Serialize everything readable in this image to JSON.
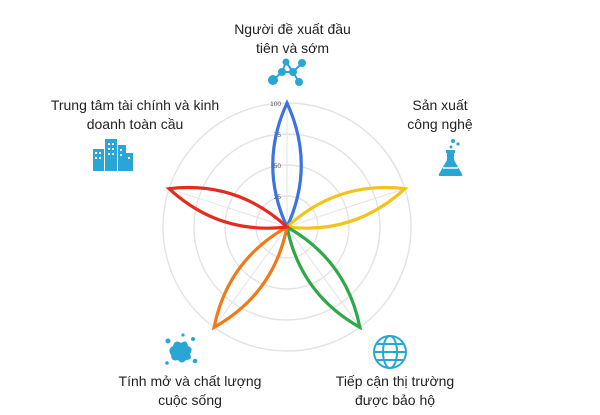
{
  "chart_data": {
    "type": "radar",
    "rlim": [
      0,
      100
    ],
    "tick_labels": [
      "25",
      "50",
      "75",
      "100"
    ],
    "categories": [
      {
        "label_lines": [
          "Người đề xuất đầu",
          "tiên và sớm"
        ],
        "value": 100,
        "color": "#3d73e0",
        "icon": "network-icon"
      },
      {
        "label_lines": [
          "Sản xuất",
          "công nghệ"
        ],
        "value": 100,
        "color": "#f2c318",
        "icon": "flask-icon"
      },
      {
        "label_lines": [
          "Tiếp cận thị trường",
          "được bảo hộ"
        ],
        "value": 100,
        "color": "#2fa84a",
        "icon": "globe-icon"
      },
      {
        "label_lines": [
          "Tính mở và chất lượng",
          "cuộc sống"
        ],
        "value": 100,
        "color": "#f07a18",
        "icon": "splash-icon"
      },
      {
        "label_lines": [
          "Trung tâm tài chính và kinh",
          "doanh toàn cầu"
        ],
        "value": 100,
        "color": "#e62b1e",
        "icon": "buildings-icon"
      }
    ]
  },
  "colors": {
    "grid": "#e3e3e3",
    "icon": "#29a6d6",
    "text": "#222222"
  }
}
